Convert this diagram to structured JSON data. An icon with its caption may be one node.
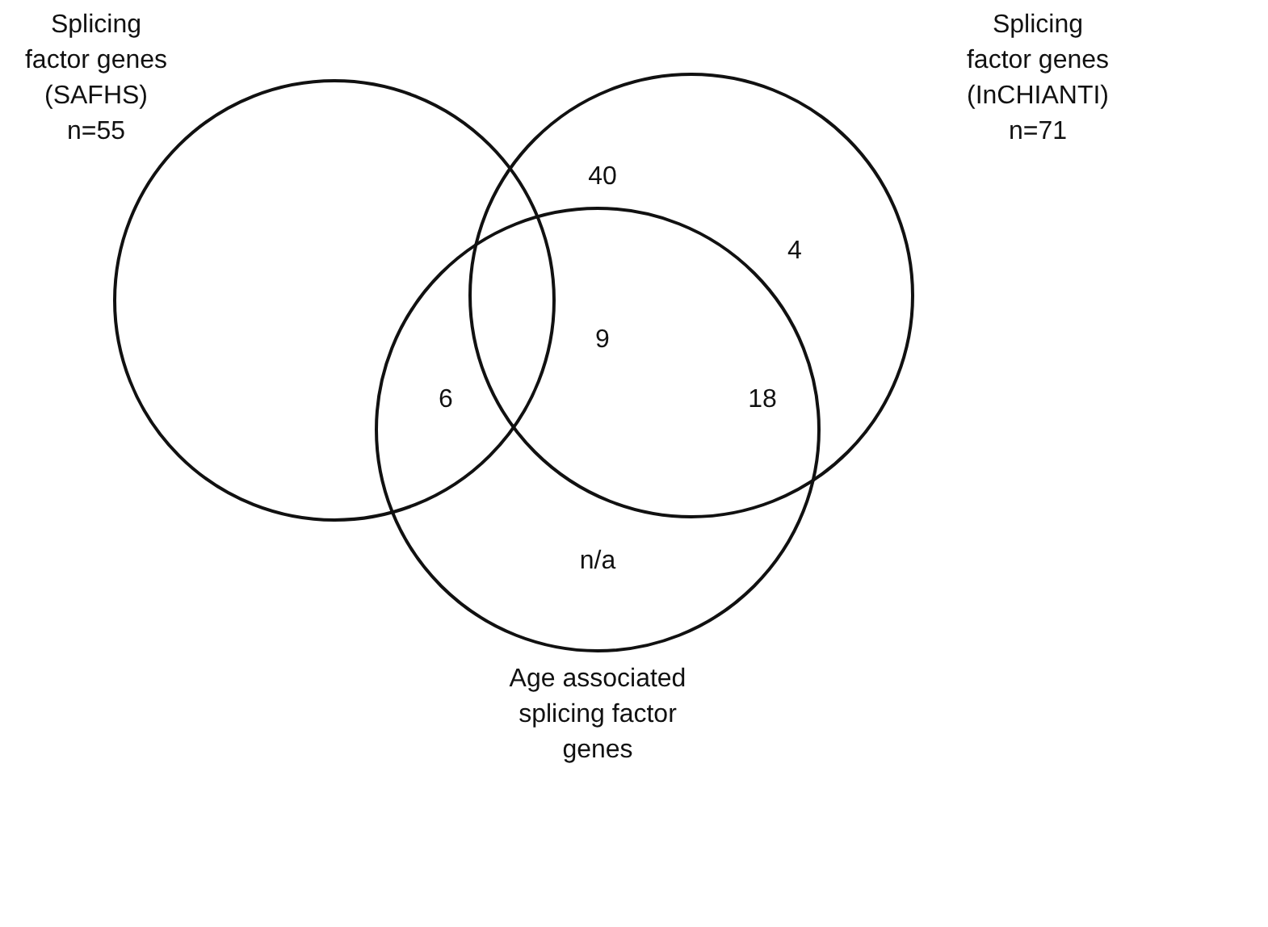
{
  "diagram": {
    "nodes": [
      {
        "text": [
          "Splicing factor genes (SAFHS)",
          "n=55"
        ]
      },
      {
        "text": [
          "Splicing factor genes (InCHIANTI)",
          "n=71"
        ]
      },
      {
        "text": [
          "Age associated splicing factor genes"
        ]
      }
    ],
    "labels": [
      "40",
      "4",
      "9",
      "6",
      "18",
      "n/a"
    ]
  }
}
